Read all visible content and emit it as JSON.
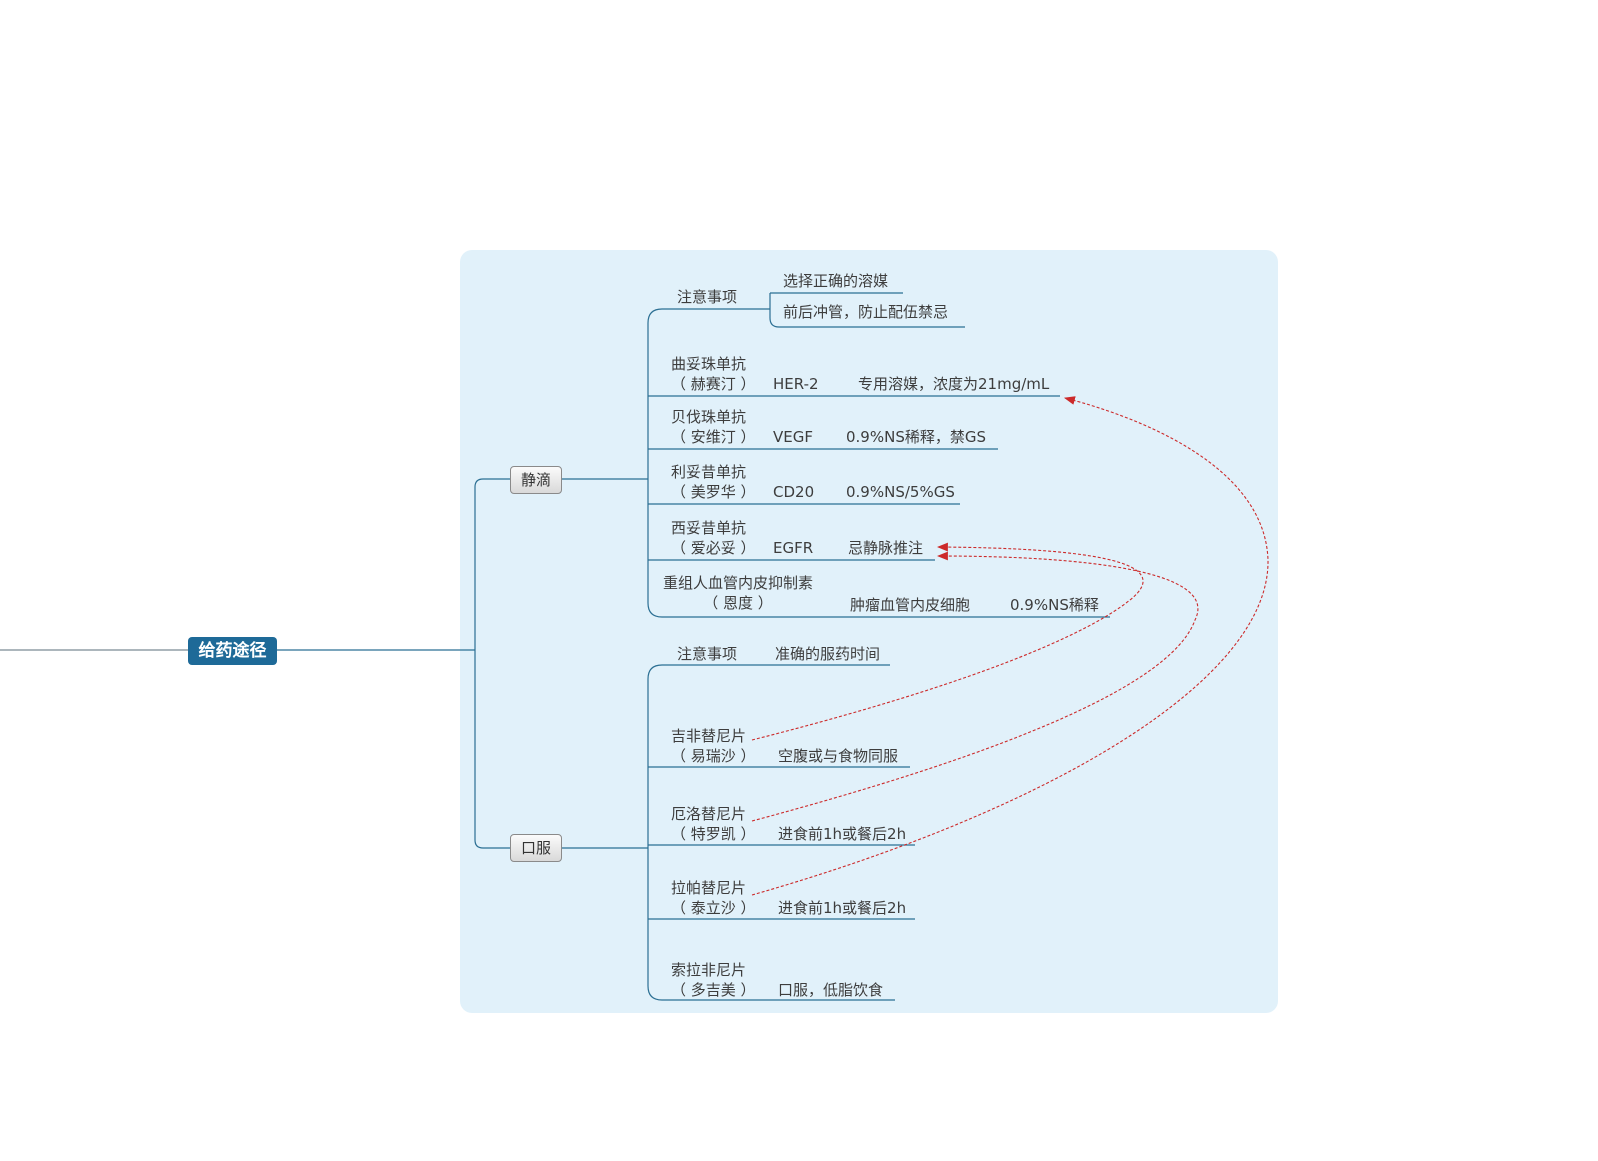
{
  "root": {
    "label": "给药途径"
  },
  "branches": {
    "iv": {
      "label": "静滴",
      "notes": {
        "label": "注意事项",
        "items": [
          "选择正确的溶媒",
          "前后冲管，防止配伍禁忌"
        ]
      },
      "drugs": [
        {
          "name": "曲妥珠单抗",
          "brand": "（ 赫赛汀 ）",
          "target": "HER-2",
          "note": "专用溶媒，浓度为21mg/mL"
        },
        {
          "name": "贝伐珠单抗",
          "brand": "（ 安维汀 ）",
          "target": "VEGF",
          "note": "0.9%NS稀释，禁GS"
        },
        {
          "name": "利妥昔单抗",
          "brand": "（ 美罗华 ）",
          "target": "CD20",
          "note": "0.9%NS/5%GS"
        },
        {
          "name": "西妥昔单抗",
          "brand": "（ 爱必妥 ）",
          "target": "EGFR",
          "note": "忌静脉推注"
        },
        {
          "name": "重组人血管内皮抑制素",
          "brand": "（ 恩度 ）",
          "target": "肿瘤血管内皮细胞",
          "note": "0.9%NS稀释"
        }
      ]
    },
    "oral": {
      "label": "口服",
      "notes": {
        "label": "注意事项",
        "items": [
          "准确的服药时间"
        ]
      },
      "drugs": [
        {
          "name": "吉非替尼片",
          "brand": "（ 易瑞沙 ）",
          "note": "空腹或与食物同服"
        },
        {
          "name": "厄洛替尼片",
          "brand": "（ 特罗凯 ）",
          "note": "进食前1h或餐后2h"
        },
        {
          "name": "拉帕替尼片",
          "brand": "（ 泰立沙 ）",
          "note": "进食前1h或餐后2h"
        },
        {
          "name": "索拉非尼片",
          "brand": "（ 多吉美 ）",
          "note": "口服，低脂饮食"
        }
      ]
    }
  },
  "colors": {
    "panel": "#e1f1fa",
    "line": "#2b6f93",
    "root": "#1e6a98",
    "relation": "#cc2a2a"
  }
}
